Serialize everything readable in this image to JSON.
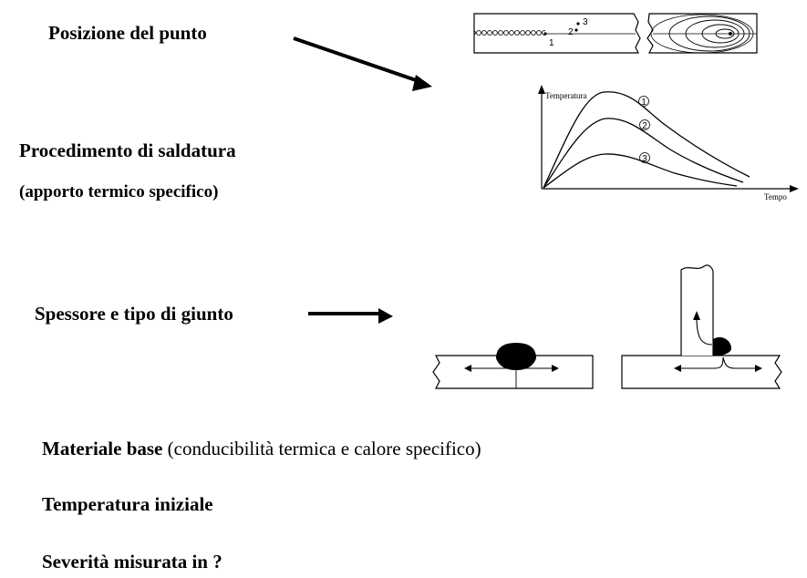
{
  "labels": {
    "posizione": "Posizione del punto",
    "procedimento": "Procedimento di saldatura",
    "apporto": "(apporto termico specifico)",
    "spessore": "Spessore e tipo di giunto",
    "materiale_bold": "Materiale base",
    "materiale_normal": " (conducibilità termica e calore specifico)",
    "temperatura": "Temperatura iniziale",
    "severita": "Severità misurata in ?"
  },
  "plate_points": [
    "1",
    "2",
    "3"
  ],
  "graph": {
    "ylabel": "Temperatura",
    "xlabel": "Tempo",
    "curve_labels": [
      "1",
      "2",
      "3"
    ]
  }
}
